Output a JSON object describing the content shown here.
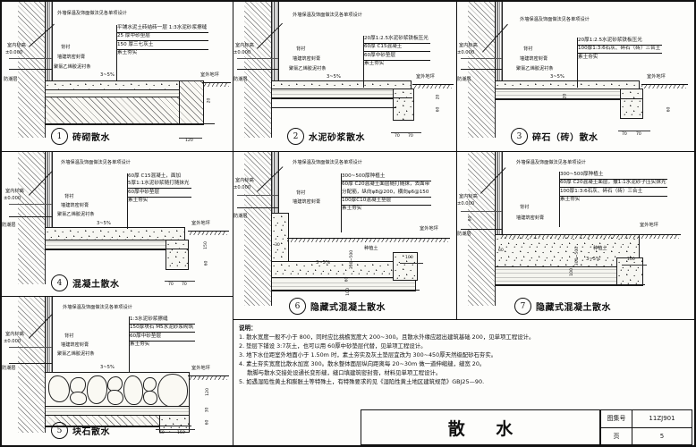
{
  "sheet": {
    "drawing_title": "散  水",
    "atlas_label": "图集号",
    "atlas_number": "11ZJ901",
    "page_label": "页",
    "page_number": "5"
  },
  "common_labels": {
    "wall_note": "外墙保温及饰面做法见各单项设计",
    "indoor_level": "室内标高",
    "indoor_elev": "±0.000",
    "damp_layer": "防潮层",
    "backer_rod": "背衬",
    "sealant": "墙建筑密封膏",
    "pvc_strip": "聚氯乙烯胶泥衬条",
    "slope": "3~5%",
    "outdoor_grade": "室外地坪",
    "compacted_soil": "素土夯实",
    "planting_soil": "种植土"
  },
  "panels": [
    {
      "num": "1",
      "title": "砖砌散水",
      "notes": [
        "外墙保温及饰面做法见各单项设计"
      ],
      "callouts": [
        "背衬",
        "墙建筑密封膏",
        "聚氯乙烯胶泥衬条"
      ],
      "spec": [
        "平铺水泥土砖结砖一层 1:3水泥砂浆擦缝",
        "25 厚中砂垫层",
        "150 厚三七灰土",
        "素土夯实"
      ],
      "dims": [
        "20",
        "120"
      ]
    },
    {
      "num": "2",
      "title": "水泥砂浆散水",
      "notes": [
        "外墙保温及饰面做法见各单项设计"
      ],
      "callouts": [
        "背衬",
        "墙建筑密封膏",
        "聚氯乙烯胶泥衬条"
      ],
      "spec": [
        "20厚1:2.5水泥砂浆铁板压光",
        "60厚 C15混凝土",
        "60厚中砂垫层",
        "素土夯实"
      ],
      "dims": [
        "20",
        "60",
        "70",
        "70"
      ]
    },
    {
      "num": "3",
      "title": "碎石（砖）散水",
      "notes": [
        "外墙保温及饰面做法见各单项设计"
      ],
      "callouts": [
        "背衬",
        "墙建筑密封膏",
        "聚氯乙烯胶泥衬条"
      ],
      "spec": [
        "20厚1:2.5水泥砂浆铁板压光",
        "100厚1:3:6石灰、碎石（砖）三合土",
        "素土夯实"
      ],
      "dims": [
        "20",
        "60",
        "70",
        "70"
      ]
    },
    {
      "num": "4",
      "title": "混凝土散水",
      "notes": [
        "外墙保温及饰面做法见各单项设计"
      ],
      "callouts": [
        "背衬",
        "墙建筑密封膏",
        "聚氯乙烯胶泥衬条"
      ],
      "spec": [
        "60厚 C15混凝土，面加",
        "5厚1:1水泥砂浆随打随抹光",
        "60厚中砂垫层",
        "素土夯实"
      ],
      "dims": [
        "150",
        "60",
        "70",
        "70"
      ]
    },
    {
      "num": "5",
      "title": "块石散水",
      "notes": [
        "外墙保温及饰面做法见各单项设计"
      ],
      "callouts": [
        "背衬",
        "墙建筑密封膏",
        "聚氯乙烯胶泥衬条"
      ],
      "spec": [
        "1:3水泥砂浆擦缝",
        "150厚块石 M5水泥砂浆砌筑",
        "60厚中砂垫层",
        "素土夯实"
      ],
      "dims": [
        "120",
        "30",
        "60",
        "60",
        "150"
      ]
    },
    {
      "num": "6",
      "title": "隐藏式混凝土散水",
      "notes": [
        "外墙保温及饰面做法见各单项设计"
      ],
      "callouts": [
        "背衬",
        "墙建筑密封膏"
      ],
      "spec": [
        "300~500厚种植土",
        "60厚 C20混凝土面层随打随抹，去面带",
        "分配筋，纵向φ8@200，横向φ6@150",
        "100厚C10混凝土垫层",
        "素土夯实"
      ],
      "dims": [
        "30",
        "60",
        "100",
        "100",
        "300~500",
        "3~5%"
      ]
    },
    {
      "num": "7",
      "title": "隐藏式混凝土散水",
      "notes": [
        "外墙保温及饰面做法见各单项设计"
      ],
      "callouts": [
        "背衬",
        "墙建筑密封膏"
      ],
      "spec": [
        "300~500厚种植土",
        "60厚 C20混凝土面层，撒1:1水泥砂子压实抹光",
        "100厚1:3:6石灰、碎石（砖）三合土",
        "素土夯实"
      ],
      "dims": [
        "60",
        "60",
        "100",
        "100",
        "300~500",
        "3~5%"
      ]
    }
  ],
  "notes_block": {
    "heading": "说明：",
    "items": [
      "1. 散水宽度一般不小于 800，同时应比挑檐宽度大 200~300。且散水外缘应超出建筑基础 200，见单项工程设计。",
      "2. 垫层下铺设 3:7灰土，也可以用 60厚中砂垫层代替，见单项工程设计。",
      "3. 地下水位距室外地面小于 1.50m 时，素土夯实及灰土垫层宜改为 300~450厚天然级配砂石夯实。",
      "4. 素土夯实宽度比散水加宽 300。散水整体面层纵向距离每 20~30m 做一道伸缩缝，缝宽 20。",
      "5. 如遇湿陷性黄土和膨胀土等特殊土，有特殊要求的见《湿陷性黄土地区建筑规范》GBJ25—90."
    ],
    "sub_line": "散脚与散水交接处设通长变形缝，缝口填建筑密封膏，材料见单项工程设计。"
  }
}
